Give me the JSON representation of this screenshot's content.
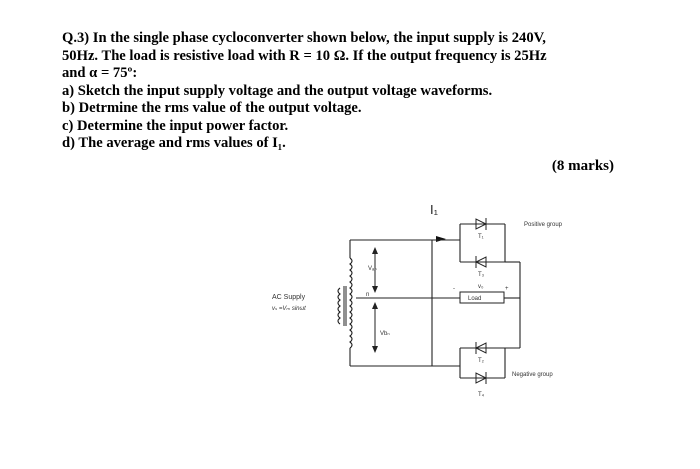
{
  "question": {
    "line1": "Q.3) In the single phase cycloconverter shown below, the input supply is 240V,",
    "line2": "50Hz. The load is resistive load with R = 10 Ω. If the output frequency is 25Hz",
    "line3": "and α = 75º:",
    "part_a": "a) Sketch the input supply voltage and the output voltage waveforms.",
    "part_b": "b) Detrmine the rms value of the output voltage.",
    "part_c": "c) Determine the input power factor.",
    "part_d": "d) The average and rms values of I₁.",
    "marks": "(8 marks)"
  },
  "circuit": {
    "current_label": "I₁",
    "positive_group": "Positive group",
    "negative_group": "Negative group",
    "t1": "T₁",
    "t3": "T₃",
    "t2": "T₂",
    "t4": "T₄",
    "vo": "v₀",
    "load": "Load",
    "plus": "+",
    "minus": "-",
    "van": "Vₐₙ",
    "vbn": "Vbₙ",
    "n": "n",
    "ac_supply": "AC Supply",
    "vs_eq": "vₛ =Vₘ sinωt"
  }
}
